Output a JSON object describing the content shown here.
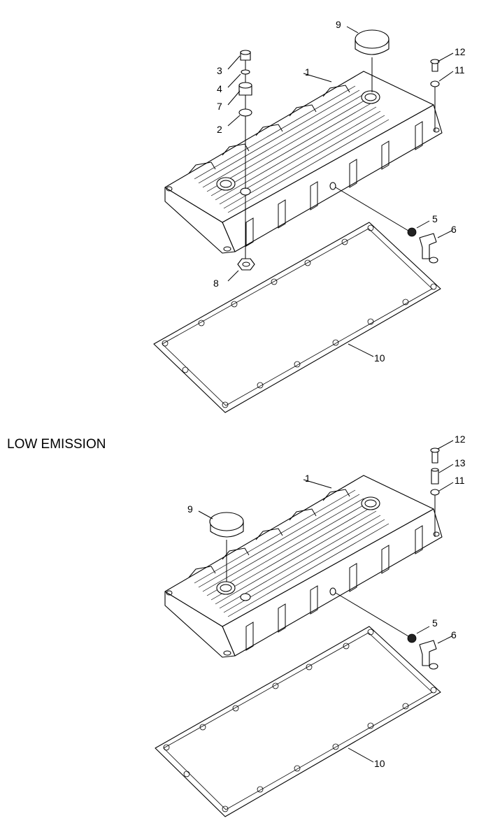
{
  "section_label": "LOW EMISSION",
  "callouts_top": {
    "c1": "1",
    "c2": "2",
    "c3": "3",
    "c4": "4",
    "c5": "5",
    "c6": "6",
    "c7": "7",
    "c8": "8",
    "c9": "9",
    "c10": "10",
    "c11": "11",
    "c12": "12"
  },
  "callouts_bottom": {
    "c1": "1",
    "c5": "5",
    "c6": "6",
    "c9": "9",
    "c10": "10",
    "c11": "11",
    "c12": "12",
    "c13": "13"
  }
}
